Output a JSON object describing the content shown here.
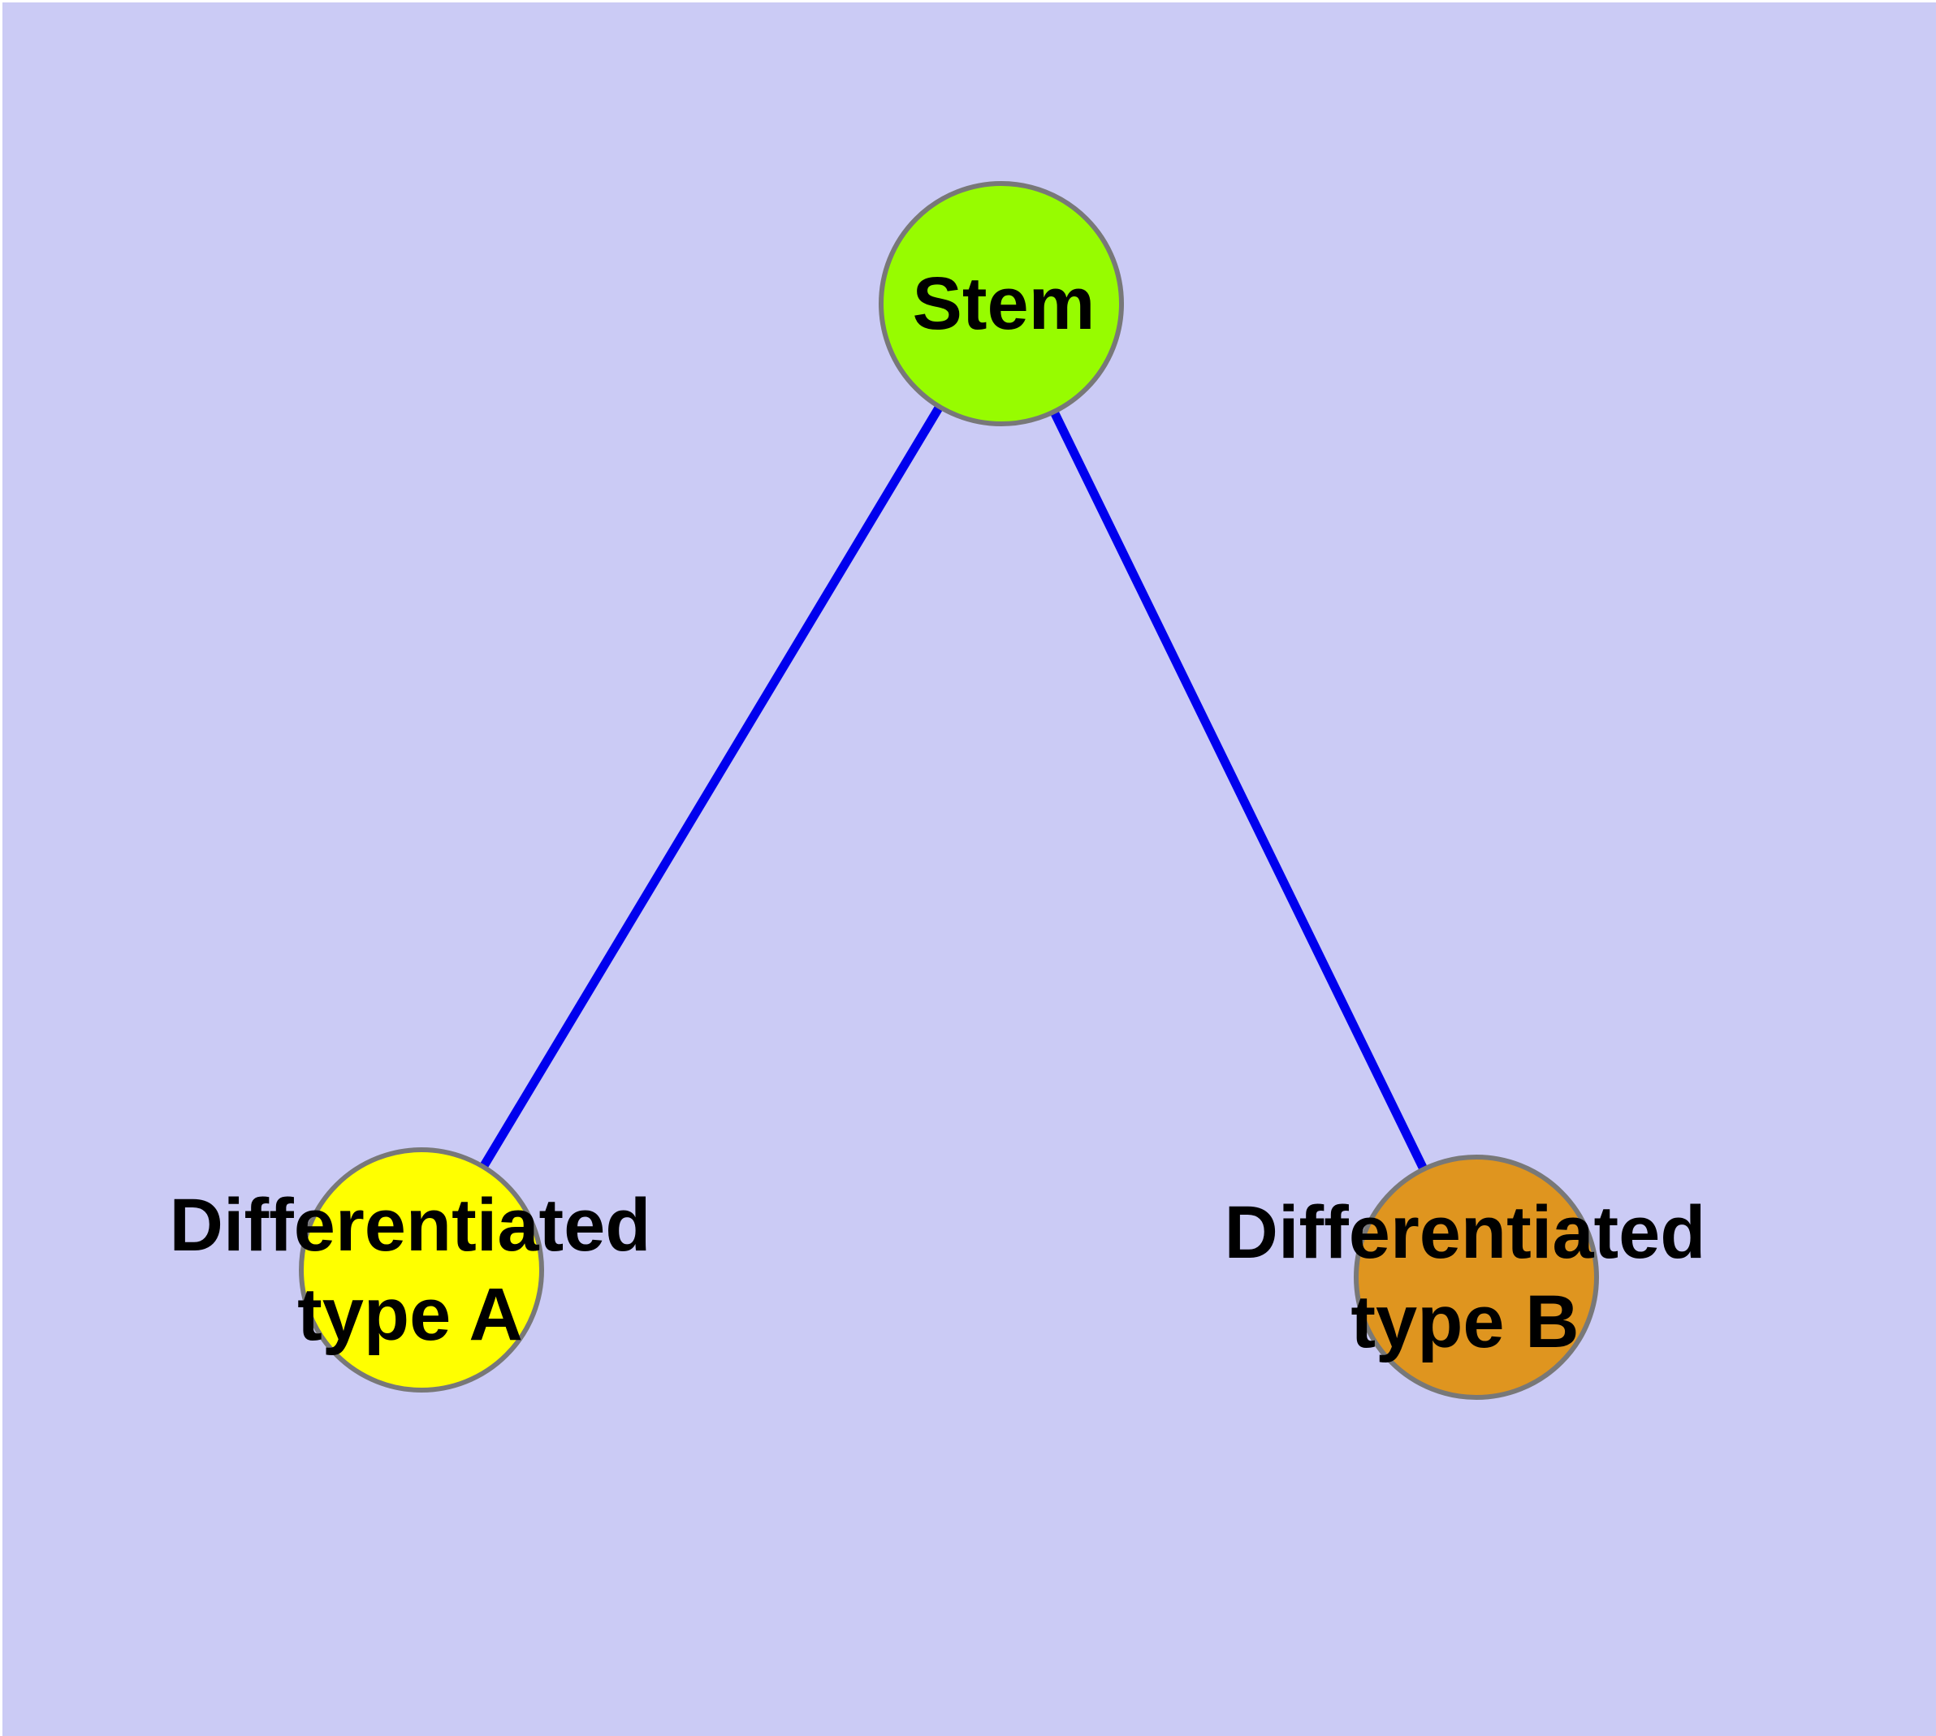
{
  "diagram": {
    "type": "node-link-graph",
    "background_color": "#CBCBF5",
    "edge_color": "#0000EE",
    "node_border_color": "#787878",
    "label_color": "#000000",
    "nodes": {
      "stem": {
        "label": "Stem",
        "label_line1": "Stem",
        "label_line2": "",
        "color": "#97FC00"
      },
      "type_a": {
        "label": "Differentiated type A",
        "label_line1": "Differentiated",
        "label_line2": "type A",
        "color": "#FFFF00"
      },
      "type_b": {
        "label": "Differentiated type B",
        "label_line1": "Differentiated",
        "label_line2": "type B",
        "color": "#DF951F"
      }
    },
    "edges": [
      {
        "from": "Stem",
        "to": "Differentiated type A"
      },
      {
        "from": "Stem",
        "to": "Differentiated type B"
      }
    ]
  }
}
